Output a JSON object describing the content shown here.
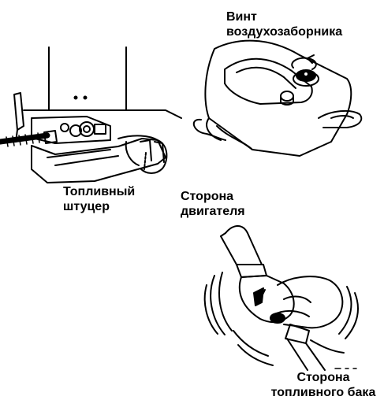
{
  "labels": {
    "air_screw_line1": "Винт",
    "air_screw_line2": "воздухозаборника",
    "fuel_connector_line1": "Топливный",
    "fuel_connector_line2": "штуцер",
    "engine_side_line1": "Сторона",
    "engine_side_line2": "двигателя",
    "tank_side_line1": "Сторона",
    "tank_side_line2": "топливного бака"
  },
  "colors": {
    "ink": "#000000",
    "paper": "#ffffff"
  }
}
